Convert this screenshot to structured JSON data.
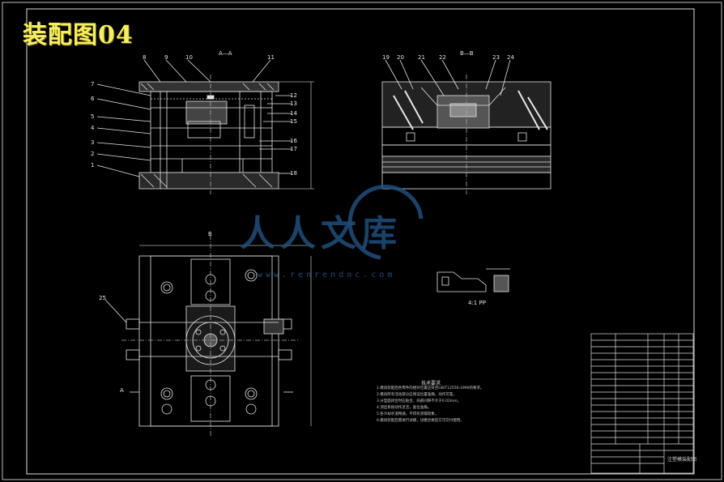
{
  "title": "装配图04",
  "watermark": {
    "text": "人人文库",
    "url": "www.renrendoc.com"
  },
  "views": {
    "section_a": "A—A",
    "section_b": "B—B",
    "view_a_arrow": "A",
    "view_b_arrow": "B",
    "detail_scale": "4:1 PP"
  },
  "tech_requirements": {
    "title": "技术要求",
    "lines": [
      "1.模具装配后各零件的相对位置应符合GB/T12556-1990的要求。",
      "2.模具所有活动部分应保证位置准确，动作可靠。",
      "3.分型面闭合时应贴合，局部间隙不大于0.02mm。",
      "4.顶出系统动作灵活，复位准确。",
      "5.各冷却水道畅通，不得有渗漏现象。",
      "6.模具装配后需进行试模，试模合格后方可交付使用。"
    ]
  },
  "title_block": {
    "name": "注塑模装配图"
  },
  "part_labels_left": [
    "7",
    "6",
    "5",
    "4",
    "3",
    "2",
    "1"
  ],
  "part_labels_top_a": [
    "8",
    "9",
    "10",
    "11"
  ],
  "part_labels_right_a": [
    "12",
    "13",
    "14",
    "15",
    "16",
    "17",
    "18"
  ],
  "part_labels_top_b": [
    "19",
    "20",
    "21",
    "22",
    "23",
    "24"
  ],
  "part_label_plan": "25",
  "colors": {
    "line": "#e8e8e8",
    "accent": "#f5f05a",
    "watermark": "#1d4f7d"
  }
}
